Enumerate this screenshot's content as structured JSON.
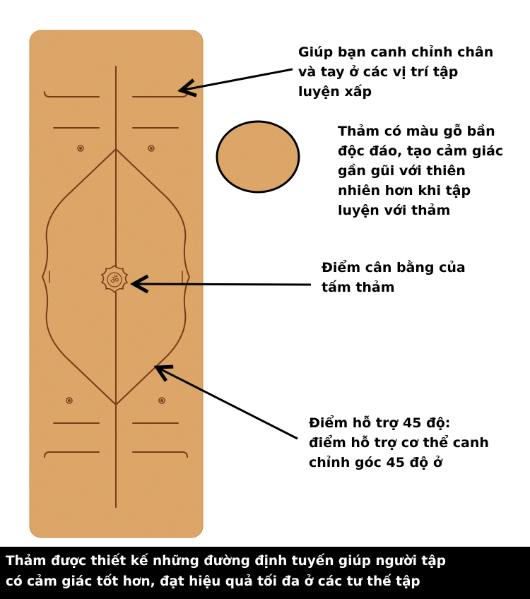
{
  "mat": {
    "cork_color": "#E0A96A",
    "guide_line_color": "#7A3A18",
    "center_icon": "om-lotus-icon"
  },
  "annotations": {
    "alignment": {
      "lines": [
        "Giúp bạn canh chỉnh chân",
        "và tay ở các vị trí tập",
        "luyện xấp"
      ]
    },
    "texture": {
      "lines": [
        "Thảm có màu gỗ bần",
        "độc đáo, tạo cảm giác",
        "gần gũi với thiên",
        "nhiên hơn khi tập",
        "luyện với thảm"
      ]
    },
    "balance": {
      "lines": [
        "Điểm cân bằng của",
        "tấm thảm"
      ]
    },
    "support45": {
      "lines": [
        "Điểm hỗ trợ 45 độ:",
        "điểm hỗ trợ cơ thể canh",
        "chỉnh góc 45 độ ở"
      ]
    }
  },
  "caption": {
    "lines": [
      "Thảm được thiết kế những đường định tuyến giúp người tập",
      "có cảm giác tốt hơn, đạt hiệu quả tối đa ở các tư thế tập"
    ],
    "background": "#000000",
    "text_color": "#FFFFFF"
  }
}
